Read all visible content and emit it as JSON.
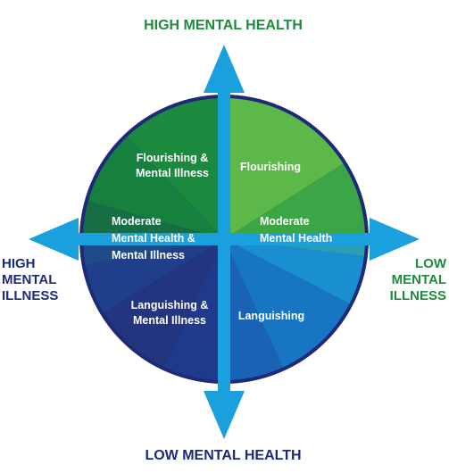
{
  "axes": {
    "top": "HIGH MENTAL HEALTH",
    "bottom": "LOW MENTAL HEALTH",
    "left": [
      "HIGH",
      "MENTAL",
      "ILLNESS"
    ],
    "right": [
      "LOW",
      "MENTAL",
      "ILLNESS"
    ]
  },
  "quadrants": {
    "flourishing_mental_illness": [
      "Flourishing &",
      "Mental Illness"
    ],
    "flourishing": [
      "Flourishing"
    ],
    "moderate_mental_illness": [
      "Moderate",
      "Mental Health &",
      "Mental Illness"
    ],
    "moderate": [
      "Moderate",
      "Mental Health"
    ],
    "languishing_mental_illness": [
      "Languishing &",
      "Mental Illness"
    ],
    "languishing": [
      "Languishing"
    ]
  },
  "colors": {
    "top_label": "#1e8a3c",
    "bottom_label": "#1d2a78",
    "left_label": "#1d2a78",
    "right_label": "#1e8a3c",
    "arrow": "#1aa0dc",
    "outline": "#1d2a78"
  }
}
